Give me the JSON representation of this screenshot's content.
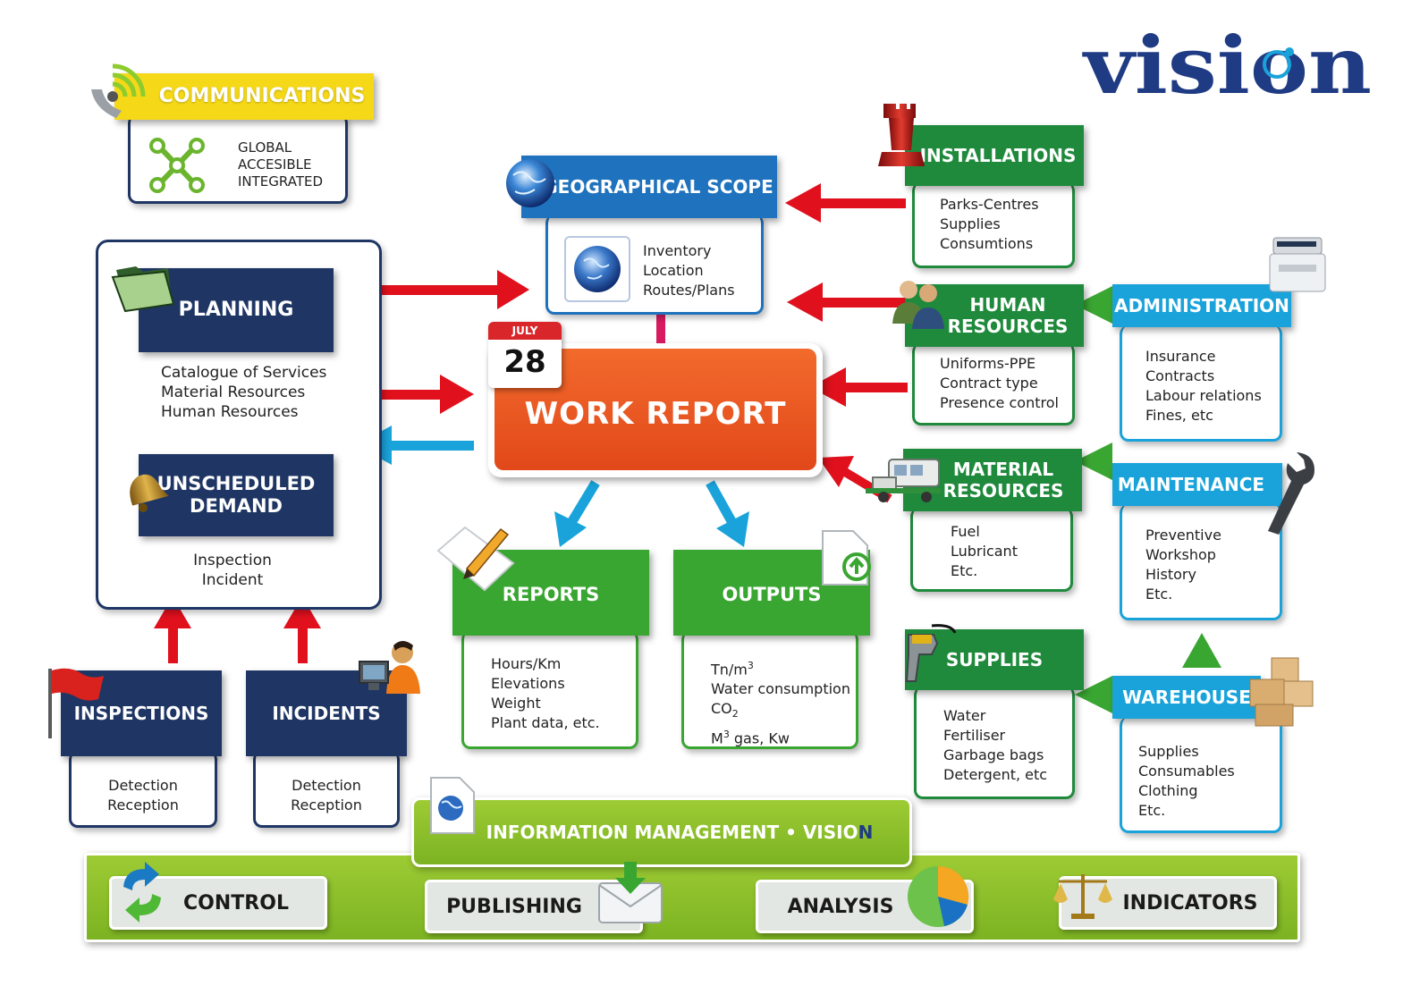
{
  "logo": {
    "text": "visiOn"
  },
  "communications": {
    "title": "COMMUNICATIONS",
    "items": [
      "GLOBAL",
      "ACCESIBLE",
      "INTEGRATED"
    ]
  },
  "geographical_scope": {
    "title": "GEOGRAPHICAL SCOPE",
    "items": [
      "Inventory",
      "Location",
      "Routes/Plans"
    ]
  },
  "planning": {
    "title": "PLANNING",
    "items": [
      "Catalogue of Services",
      "Material Resources",
      "Human Resources"
    ]
  },
  "unscheduled_demand": {
    "title_line1": "UNSCHEDULED",
    "title_line2": "DEMAND",
    "items": [
      "Inspection",
      "Incident"
    ]
  },
  "work_report": {
    "title": "WORK REPORT",
    "calendar_month": "JULY",
    "calendar_day": "28"
  },
  "installations": {
    "title": "INSTALLATIONS",
    "items": [
      "Parks-Centres",
      "Supplies",
      "Consumtions"
    ]
  },
  "human_resources": {
    "title_line1": "HUMAN",
    "title_line2": "RESOURCES",
    "items": [
      "Uniforms-PPE",
      "Contract type",
      "Presence control"
    ]
  },
  "administration": {
    "title": "ADMINISTRATION",
    "items": [
      "Insurance",
      "Contracts",
      "Labour relations",
      "Fines, etc"
    ]
  },
  "material_resources": {
    "title_line1": "MATERIAL",
    "title_line2": "RESOURCES",
    "items": [
      "Fuel",
      "Lubricant",
      "Etc."
    ]
  },
  "maintenance": {
    "title": "MAINTENANCE",
    "items": [
      "Preventive",
      "Workshop",
      "History",
      "Etc."
    ]
  },
  "reports": {
    "title": "REPORTS",
    "items": [
      "Hours/Km",
      "Elevations",
      "Weight",
      "Plant data, etc."
    ]
  },
  "outputs": {
    "title": "OUTPUTS",
    "line1_base": "Tn/m",
    "line1_sup": "3",
    "line2": "Water consumption",
    "line3_base": "CO",
    "line3_sub": "2",
    "line4_pre": "M",
    "line4_sup": "3",
    "line4_post": " gas, Kw"
  },
  "supplies": {
    "title": "SUPPLIES",
    "items": [
      "Water",
      "Fertiliser",
      "Garbage bags",
      "Detergent, etc"
    ]
  },
  "warehouse": {
    "title": "WAREHOUSE",
    "items": [
      "Supplies",
      "Consumables",
      "Clothing",
      "Etc."
    ]
  },
  "inspections": {
    "title": "INSPECTIONS",
    "items": [
      "Detection",
      "Reception"
    ]
  },
  "incidents": {
    "title": "INCIDENTS",
    "items": [
      "Detection",
      "Reception"
    ]
  },
  "info_management": {
    "title": "INFORMATION MANAGEMENT • VISIO",
    "title_accent": "N"
  },
  "bottom_bar": {
    "control": "CONTROL",
    "publishing": "PUBLISHING",
    "analysis": "ANALYSIS",
    "indicators": "INDICATORS"
  },
  "colors": {
    "navy": "#1f3664",
    "green": "#1f8a3c",
    "light_green": "#3aa632",
    "bar_green": "#8dbf2a",
    "blue": "#1f72bd",
    "cyan": "#1aa3da",
    "orange": "#ee5a24",
    "yellow": "#f5d817",
    "red_arrow": "#e0101d",
    "blue_arrow": "#1aa3da",
    "pink_arrow": "#d81b60"
  },
  "icons": [
    "signal-hand-icon",
    "network-nodes-icon",
    "globe-icon",
    "folder-icon",
    "bell-icon",
    "calendar-icon",
    "rook-icon",
    "people-icon",
    "printer-icon",
    "street-sweeper-icon",
    "wrench-icon",
    "notepad-pencil-icon",
    "document-upload-icon",
    "fuel-nozzle-icon",
    "boxes-icon",
    "flag-icon",
    "operator-computer-icon",
    "globe-document-icon",
    "refresh-arrows-icon",
    "envelope-download-icon",
    "pie-chart-icon",
    "scales-icon"
  ]
}
